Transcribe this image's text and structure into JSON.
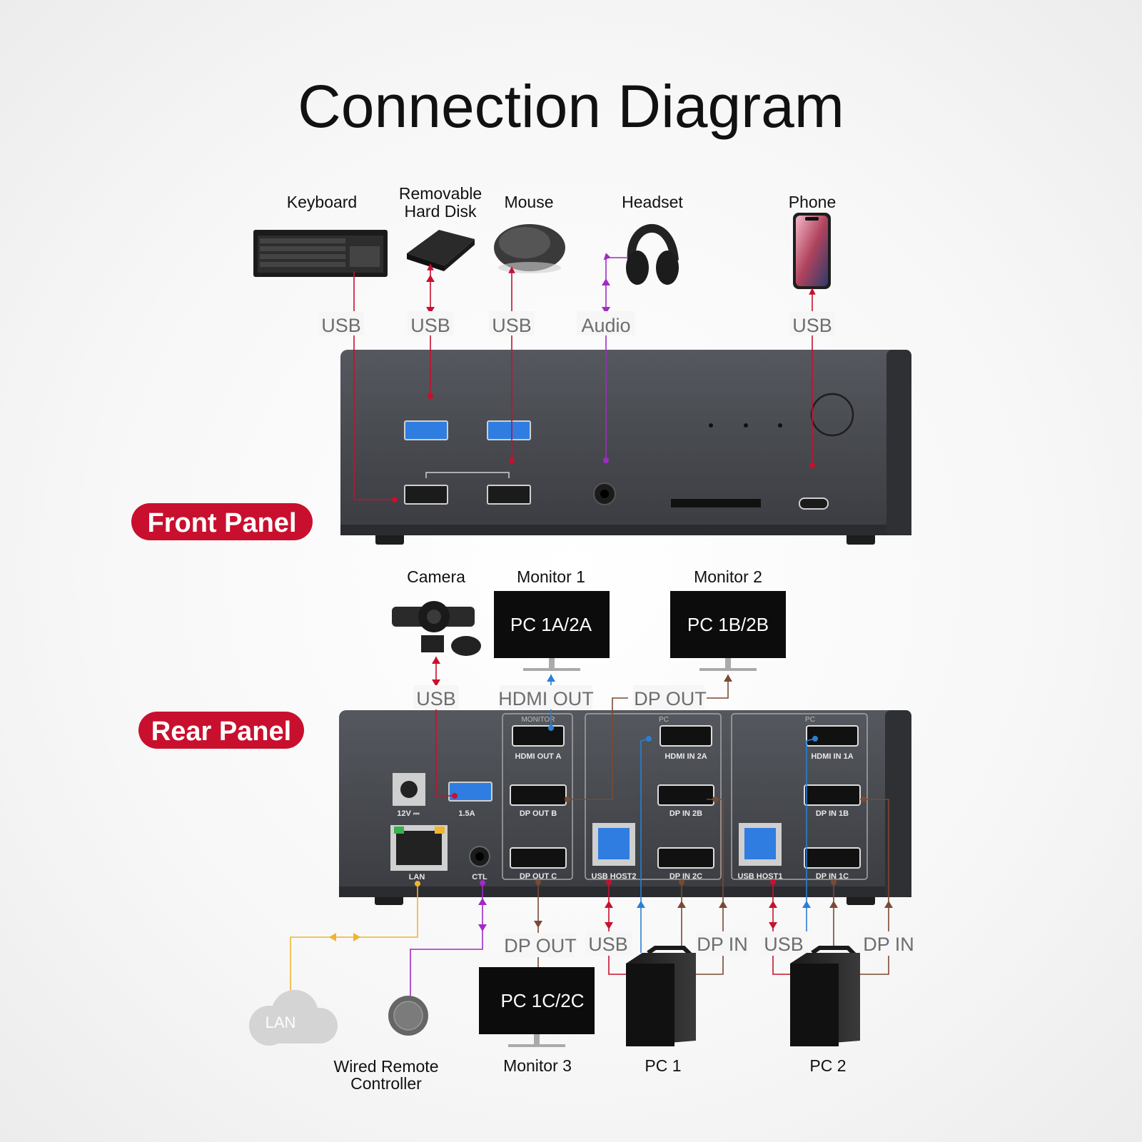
{
  "title": "Connection Diagram",
  "front_panel": {
    "label": "Front Panel",
    "devices": {
      "keyboard": "Keyboard",
      "hard_disk_line1": "Removable",
      "hard_disk_line2": "Hard Disk",
      "mouse": "Mouse",
      "headset": "Headset",
      "phone": "Phone"
    },
    "connections": {
      "keyboard": "USB",
      "hard_disk": "USB",
      "mouse": "USB",
      "headset": "Audio",
      "phone": "USB"
    }
  },
  "rear_panel": {
    "label": "Rear Panel",
    "devices": {
      "camera": "Camera",
      "monitor1": "Monitor 1",
      "monitor2": "Monitor 2",
      "monitor3": "Monitor 3",
      "pc1": "PC 1",
      "pc2": "PC 2",
      "remote_line1": "Wired Remote",
      "remote_line2": "Controller",
      "cloud": "LAN"
    },
    "monitor_screens": {
      "monitor1": "PC 1A/2A",
      "monitor2": "PC 1B/2B",
      "monitor3": "PC 1C/2C"
    },
    "connections": {
      "camera": "USB",
      "hdmi_out": "HDMI OUT",
      "dp_out_top": "DP OUT",
      "dp_out_bottom": "DP OUT",
      "pc1_usb": "USB",
      "pc1_dp": "DP IN",
      "pc2_usb": "USB",
      "pc2_dp": "DP IN"
    },
    "ports": {
      "power": "12V ⎓",
      "usb_current": "1.5A",
      "lan": "LAN",
      "ctl": "CTL",
      "hdmi_out_a": "HDMI OUT A",
      "dp_out_b": "DP OUT B",
      "dp_out_c": "DP OUT C",
      "usb_host2": "USB HOST2",
      "hdmi_in_2a": "HDMI IN 2A",
      "dp_in_2b": "DP IN 2B",
      "dp_in_2c": "DP IN 2C",
      "usb_host1": "USB HOST1",
      "hdmi_in_1a": "HDMI IN 1A",
      "dp_in_1b": "DP IN 1B",
      "dp_in_1c": "DP IN 1C"
    },
    "groups": {
      "monitor": "MONITOR",
      "pc2": "PC",
      "pc1": "PC"
    }
  },
  "colors": {
    "usb": "#c8102e",
    "audio": "#a12bc4",
    "hdmi": "#2a7fd4",
    "dp": "#7a4a33",
    "lan": "#f0b431",
    "pill": "#c8102e"
  }
}
